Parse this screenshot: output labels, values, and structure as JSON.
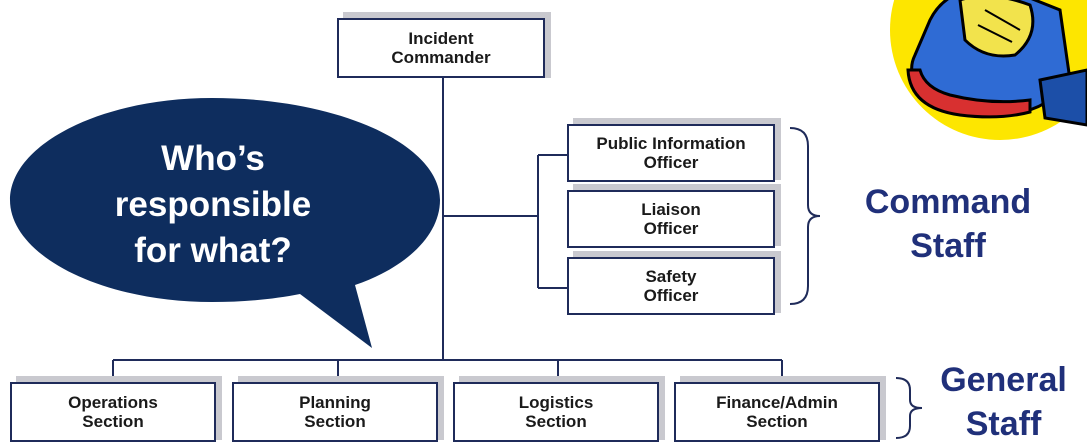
{
  "commander": {
    "label": "Incident\nCommander"
  },
  "command_staff": [
    {
      "label": "Public Information\nOfficer"
    },
    {
      "label": "Liaison\nOfficer"
    },
    {
      "label": "Safety\nOfficer"
    }
  ],
  "general_staff": [
    {
      "label": "Operations\nSection"
    },
    {
      "label": "Planning\nSection"
    },
    {
      "label": "Logistics\nSection"
    },
    {
      "label": "Finance/Admin\nSection"
    }
  ],
  "callout": {
    "text": "Who’s responsible for what?"
  },
  "brackets": {
    "command_label": "Command\nStaff",
    "general_label": "General\nStaff"
  },
  "colors": {
    "bubble": "#0e2d5e",
    "box_border": "#1f2b5a",
    "staff_text": "#20307a",
    "connector": "#1f2b5a"
  },
  "icons": {
    "cartoon": "cartoon-character-icon"
  }
}
